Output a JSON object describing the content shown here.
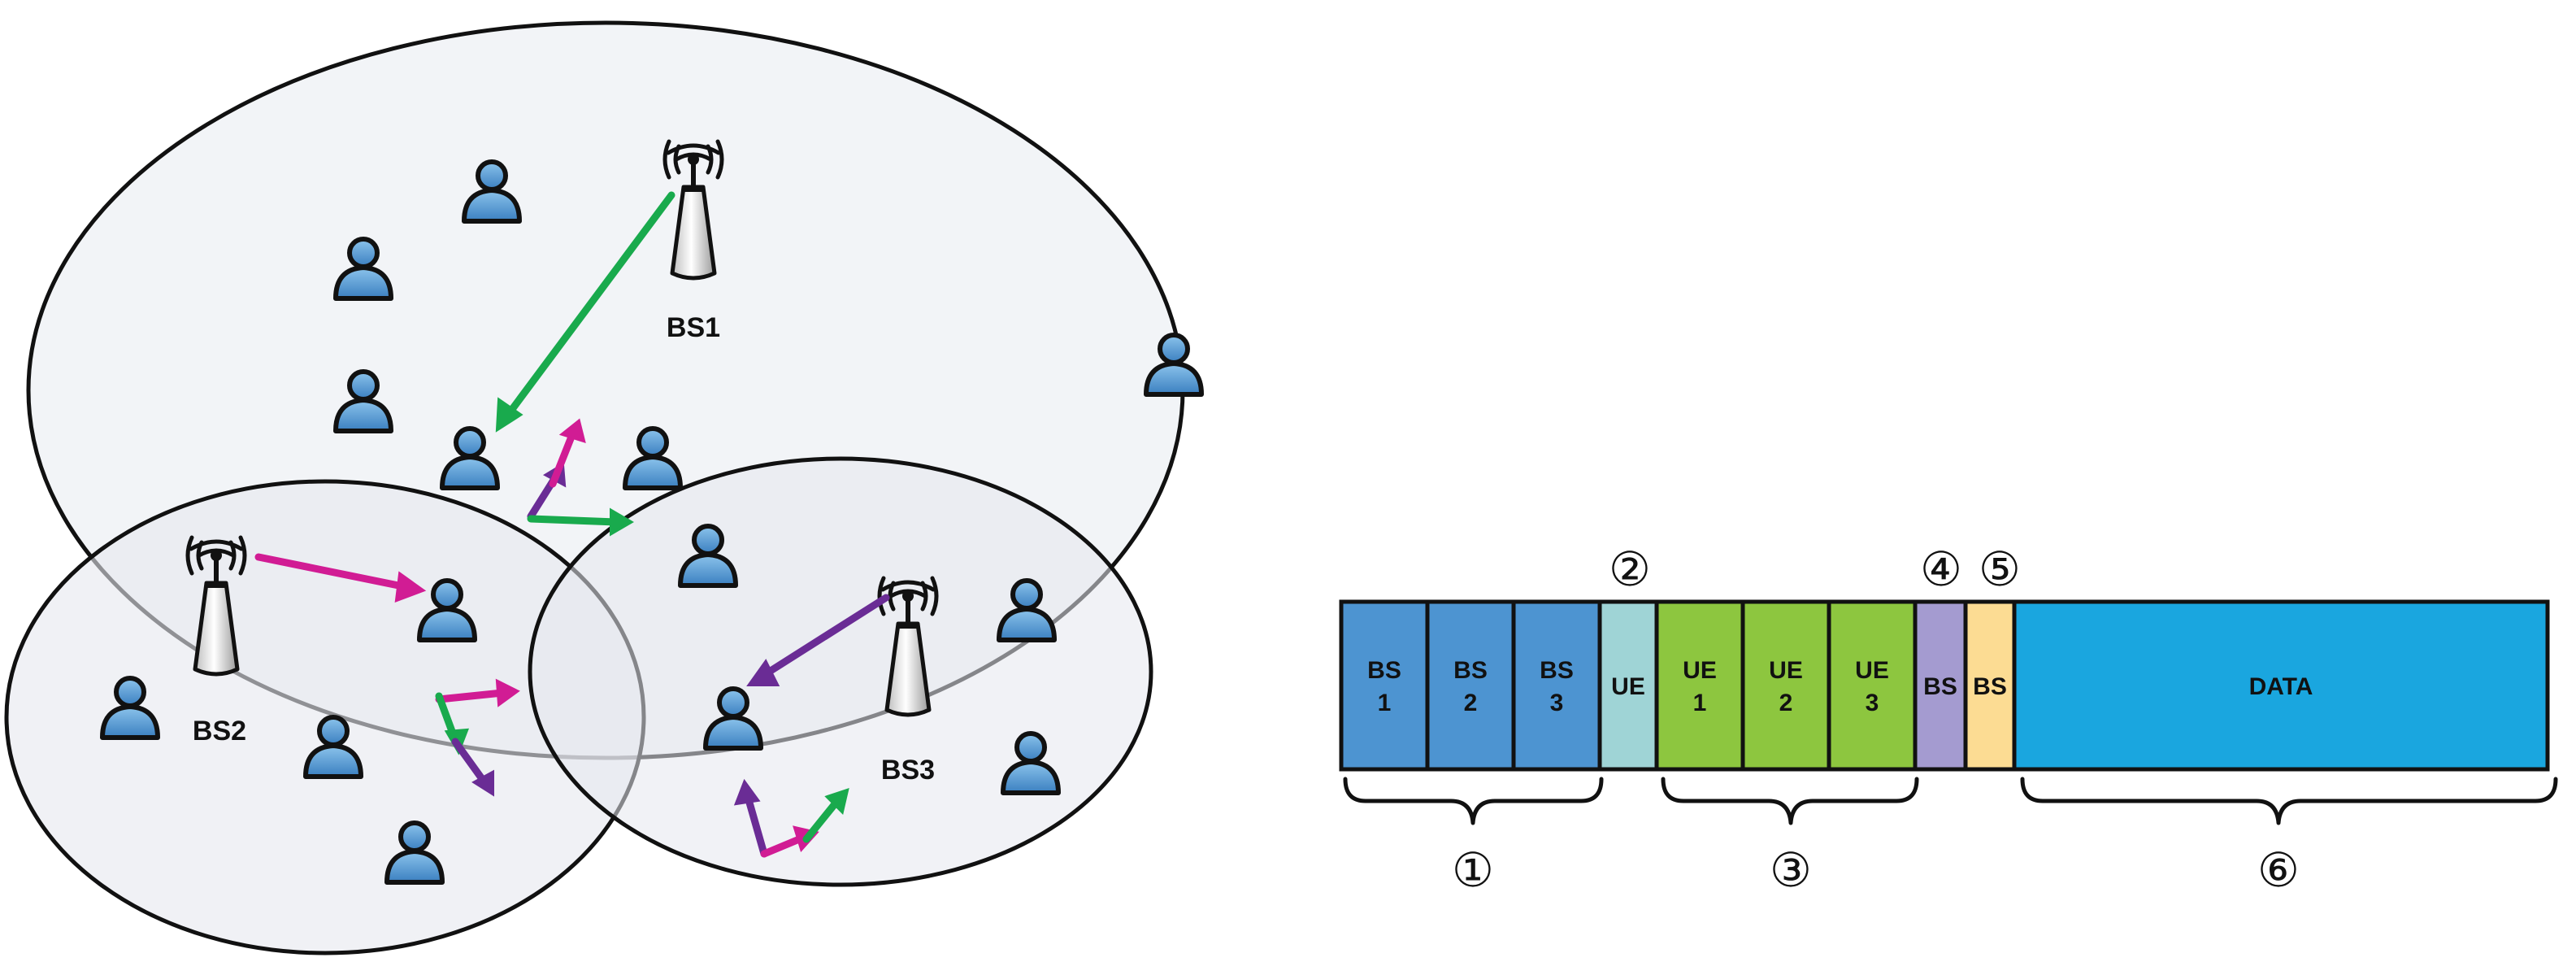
{
  "network": {
    "base_stations": [
      {
        "id": "bs1",
        "label": "BS1"
      },
      {
        "id": "bs2",
        "label": "BS2"
      },
      {
        "id": "bs3",
        "label": "BS3"
      }
    ],
    "icons": {
      "base_station": "antenna-tower-icon",
      "user": "user-icon"
    },
    "arrow_colors": {
      "green": "#19aa4d",
      "magenta": "#d11c94",
      "purple": "#6a2c95"
    }
  },
  "frame": {
    "segments": [
      {
        "name": "bs-1",
        "lines": [
          "BS",
          "1"
        ],
        "color": "#4d94d1"
      },
      {
        "name": "bs-2",
        "lines": [
          "BS",
          "2"
        ],
        "color": "#4d94d1"
      },
      {
        "name": "bs-3",
        "lines": [
          "BS",
          "3"
        ],
        "color": "#4d94d1"
      },
      {
        "name": "ue",
        "lines": [
          "UE"
        ],
        "color": "#9fd4d6"
      },
      {
        "name": "ue-1",
        "lines": [
          "UE",
          "1"
        ],
        "color": "#8dc63f"
      },
      {
        "name": "ue-2",
        "lines": [
          "UE",
          "2"
        ],
        "color": "#8dc63f"
      },
      {
        "name": "ue-3",
        "lines": [
          "UE",
          "3"
        ],
        "color": "#8dc63f"
      },
      {
        "name": "bs-purple",
        "lines": [
          "BS"
        ],
        "color": "#a49bd0"
      },
      {
        "name": "bs-yellow",
        "lines": [
          "BS"
        ],
        "color": "#fcdc93"
      },
      {
        "name": "data",
        "lines": [
          "DATA"
        ],
        "color": "#1aa6df"
      }
    ],
    "markers": [
      "①",
      "②",
      "③",
      "④",
      "⑤",
      "⑥"
    ]
  }
}
